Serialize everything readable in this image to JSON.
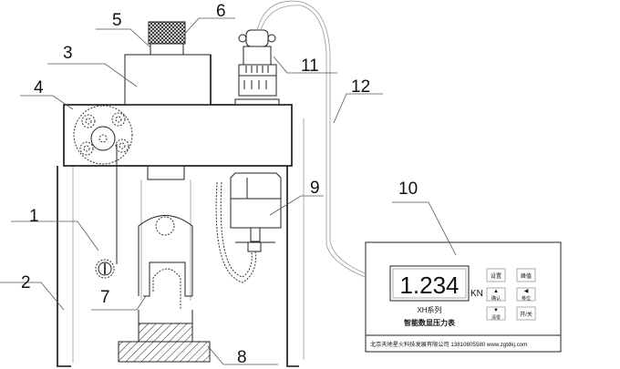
{
  "labels": {
    "l1": "1",
    "l2": "2",
    "l3": "3",
    "l4": "4",
    "l5": "5",
    "l6": "6",
    "l7": "7",
    "l8": "8",
    "l9": "9",
    "l10": "10",
    "l11": "11",
    "l12": "12"
  },
  "display": {
    "reading": "1.234",
    "unit": "KN",
    "series": "XH系列",
    "name": "智能数显压力表",
    "footer": "北京天地星火科技发展有限公司 13810805580 www.zgtdkj.com",
    "buttons": {
      "set": "设置",
      "peak": "峰值",
      "up": "确认",
      "shift": "移位",
      "down": "清零",
      "power": "开/关"
    }
  }
}
